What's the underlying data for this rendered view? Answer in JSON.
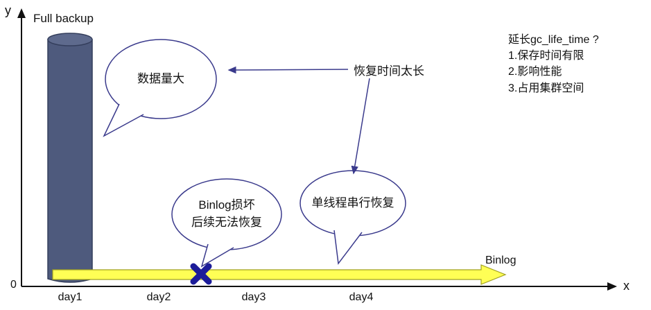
{
  "colors": {
    "cylinder_body": "#4e5a7d",
    "cylinder_top": "#5e6a8d",
    "timeline_arrow": "#ffff55",
    "cross": "#1c1c99",
    "outline_navy": "#3a3a8c"
  },
  "axes": {
    "y_label": "y",
    "x_label": "x",
    "origin_label": "0"
  },
  "full_backup": {
    "label": "Full backup"
  },
  "timeline": {
    "binlog_label": "Binlog",
    "days": [
      "day1",
      "day2",
      "day3",
      "day4"
    ]
  },
  "bubbles": {
    "data_volume": {
      "text": "数据量大"
    },
    "binlog_corrupt": {
      "line1": "Binlog损坏",
      "line2": "后续无法恢复"
    },
    "single_thread": {
      "text": "单线程串行恢复"
    }
  },
  "annotations": {
    "recovery_too_long": "恢复时间太长"
  },
  "gc_panel": {
    "title": "延长gc_life_time ?",
    "items": [
      "1.保存时间有限",
      "2.影响性能",
      "3.占用集群空间"
    ]
  }
}
